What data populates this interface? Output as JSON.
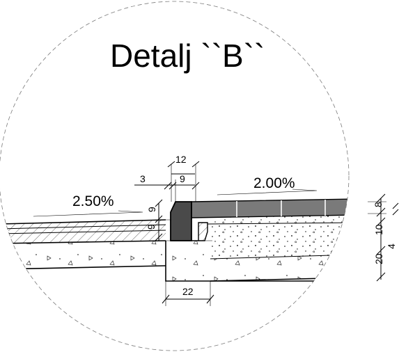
{
  "title": "Detalj ``B``",
  "slopes": {
    "left": "2.50%",
    "right": "2.00%"
  },
  "dimensions": {
    "top_width": "12",
    "offset": "3",
    "inner_width": "9",
    "curb_upper": "9",
    "curb_lower": "9",
    "base_width": "22",
    "right_layer_1": "8",
    "right_layer_2": "10",
    "right_layer_3": "4",
    "right_layer_4": "20"
  },
  "colors": {
    "curb": "#4a4a4a",
    "paving": "#7a7a7a",
    "line": "#000000",
    "outline": "#7a7a7a"
  }
}
